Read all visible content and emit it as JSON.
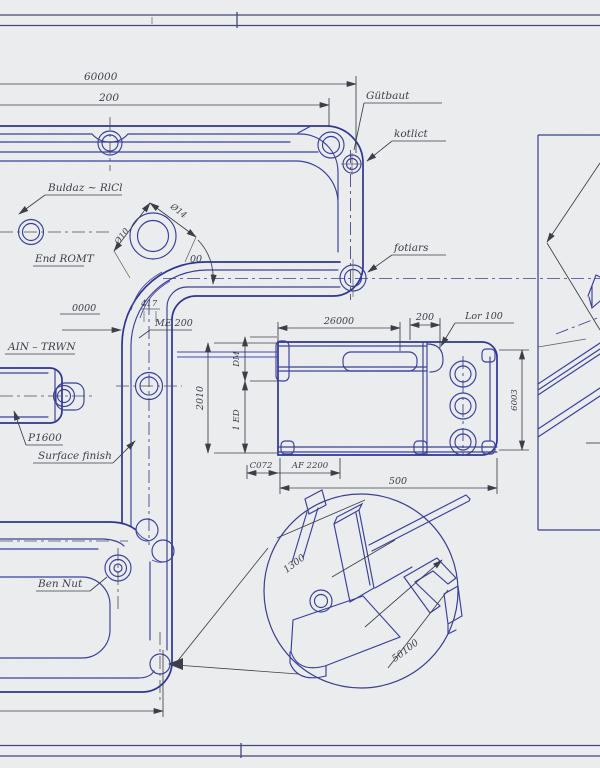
{
  "sheet": {
    "paper_color": "#edeff0",
    "part_line_color": "#2e3494",
    "dim_line_color": "#3c3f49"
  },
  "labels": {
    "buldaz_note": "Buldaz ~ RlCl",
    "end_front": "End ROMT",
    "gutbaut": "Gütbaut",
    "kotlict": "kotlict",
    "fotiars": "fotiars",
    "aim_note": "AIN – TRWN",
    "p1600": "P1600",
    "surface_finish": "Surface finish",
    "ben_nut": "Ben Nut",
    "me_200": "ME 200",
    "lor_100": "Lor 100"
  },
  "dims": {
    "total_length": "60000",
    "top_offset": "200",
    "flange_width": "0000",
    "corner_417": "417",
    "dia_small": "Ø10",
    "dia_large": "Ø14",
    "bend_angle": "00",
    "plate_height": "2010",
    "dm": "DM",
    "one_ed": "1 ED",
    "plate_length": "26000",
    "notch_offset": "200",
    "flange_height": "6003",
    "plate_width": "500",
    "c072": "C072",
    "af_2200": "AF 2200",
    "detail_width": "1300",
    "detail_length": "50100"
  }
}
